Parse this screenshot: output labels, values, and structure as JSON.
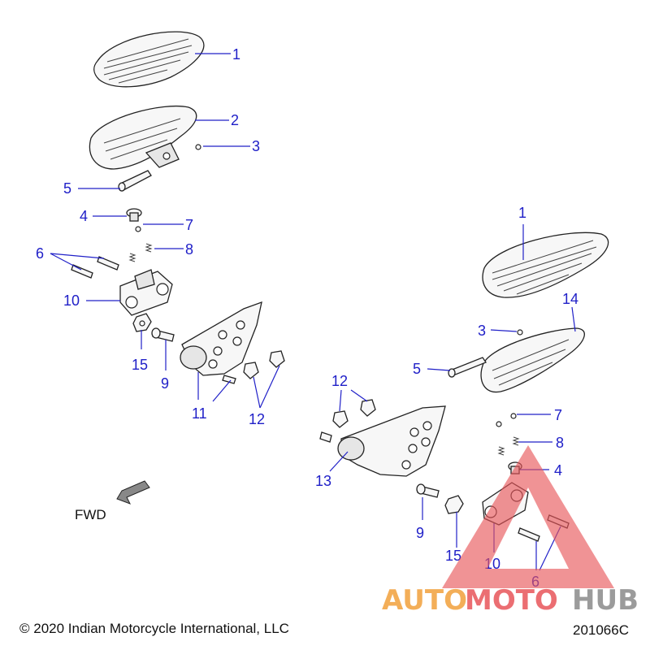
{
  "callouts": {
    "left": {
      "c1": "1",
      "c2": "2",
      "c3": "3",
      "c5": "5",
      "c4": "4",
      "c7": "7",
      "c6": "6",
      "c8": "8",
      "c10": "10",
      "c15": "15",
      "c9": "9",
      "c11": "11",
      "c12": "12"
    },
    "right": {
      "c1": "1",
      "c14": "14",
      "c3": "3",
      "c5": "5",
      "c12": "12",
      "c7": "7",
      "c8": "8",
      "c13": "13",
      "c4": "4",
      "c9": "9",
      "c15": "15",
      "c10": "10",
      "c6": "6"
    }
  },
  "fwd_label": "FWD",
  "copyright": "© 2020 Indian Motorcycle International, LLC",
  "diagram_code": "201066C",
  "watermark": {
    "text_auto": "AUTO",
    "text_moto": "MOTO",
    "text_hub": "HUB",
    "color_red": "#e8555a",
    "color_orange": "#f2a03c",
    "color_gray": "#8a8a8a"
  },
  "colors": {
    "callout": "#2020c8",
    "line_art": "#222222"
  }
}
